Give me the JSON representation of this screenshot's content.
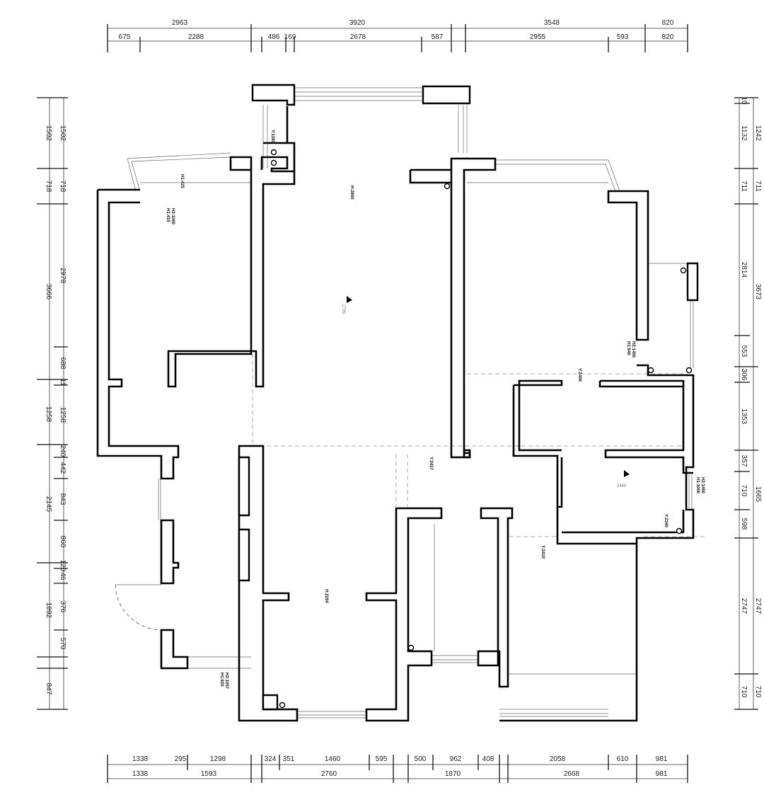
{
  "dimensions": {
    "top_outer": [
      "2963",
      "3920",
      "3548",
      "820"
    ],
    "top_inner": [
      "675",
      "2288",
      "486",
      "169",
      "2678",
      "587",
      "2955",
      "593",
      "820"
    ],
    "bottom_inner": [
      "1338",
      "295",
      "1298",
      "324",
      "351",
      "1460",
      "595",
      "500",
      "962",
      "408",
      "2058",
      "610",
      "981"
    ],
    "bottom_outer": [
      "1338",
      "1593",
      "2760",
      "1870",
      "2668",
      "981"
    ],
    "left_outer": [
      "1502",
      "718",
      "3666",
      "1258",
      "2145",
      "1892",
      "847"
    ],
    "left_inner": [
      "1502",
      "718",
      "2978",
      "688",
      "11",
      "1258",
      "240",
      "442",
      "843",
      "860",
      "120",
      "46",
      "376",
      "570"
    ],
    "right_inner": [
      "10",
      "1132",
      "711",
      "2814",
      "553",
      "306",
      "1353",
      "357",
      "710",
      "598",
      "2747",
      "710"
    ],
    "right_outer": [
      "1242",
      "711",
      "3673",
      "1665",
      "2747",
      "710"
    ]
  },
  "annotations": {
    "balcony_top": "Y:1280",
    "left_room_1": "H1:425",
    "left_room_2a": "H1:410",
    "left_room_2b": "H2:1060",
    "center_height": "H:2800",
    "center_marker": "2795",
    "right_sill_a": "H1:940",
    "right_sill_b": "H2:1450",
    "beam_1": "Y:2406",
    "beam_2": "Y:2417",
    "room_marker": "2460",
    "right_sill2_a": "H1:1000",
    "right_sill2_b": "H2:1450",
    "beam_3": "Y:2340",
    "beam_4": "Y:2410",
    "lower_height": "H:2294",
    "entry_sill_a": "H1:820",
    "entry_sill_b": "H2:1057"
  }
}
